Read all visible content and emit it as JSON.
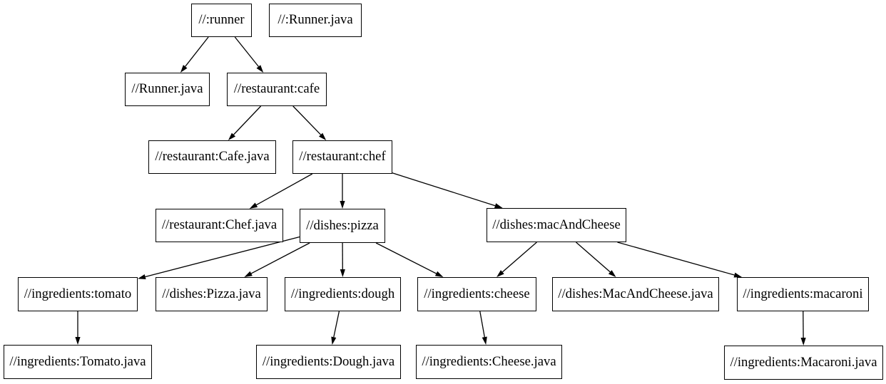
{
  "graph": {
    "type": "dependency-graph",
    "background_color": "#ffffff",
    "node_fill_color": "#ffffff",
    "node_border_color": "#000000",
    "text_color": "#000000",
    "edge_color": "#000000",
    "nodes": [
      {
        "id": "runner",
        "label": "//:runner"
      },
      {
        "id": "runner_java_root",
        "label": "//:Runner.java"
      },
      {
        "id": "runner_java",
        "label": "//Runner.java"
      },
      {
        "id": "cafe",
        "label": "//restaurant:cafe"
      },
      {
        "id": "cafe_java",
        "label": "//restaurant:Cafe.java"
      },
      {
        "id": "chef",
        "label": "//restaurant:chef"
      },
      {
        "id": "chef_java",
        "label": "//restaurant:Chef.java"
      },
      {
        "id": "pizza",
        "label": "//dishes:pizza"
      },
      {
        "id": "mac_and_cheese",
        "label": "//dishes:macAndCheese"
      },
      {
        "id": "tomato",
        "label": "//ingredients:tomato"
      },
      {
        "id": "pizza_java",
        "label": "//dishes:Pizza.java"
      },
      {
        "id": "dough",
        "label": "//ingredients:dough"
      },
      {
        "id": "cheese",
        "label": "//ingredients:cheese"
      },
      {
        "id": "mac_and_cheese_java",
        "label": "//dishes:MacAndCheese.java"
      },
      {
        "id": "macaroni",
        "label": "//ingredients:macaroni"
      },
      {
        "id": "tomato_java",
        "label": "//ingredients:Tomato.java"
      },
      {
        "id": "dough_java",
        "label": "//ingredients:Dough.java"
      },
      {
        "id": "cheese_java",
        "label": "//ingredients:Cheese.java"
      },
      {
        "id": "macaroni_java",
        "label": "//ingredients:Macaroni.java"
      }
    ],
    "edges": [
      {
        "from": "runner",
        "to": "runner_java"
      },
      {
        "from": "runner",
        "to": "cafe"
      },
      {
        "from": "cafe",
        "to": "cafe_java"
      },
      {
        "from": "cafe",
        "to": "chef"
      },
      {
        "from": "chef",
        "to": "chef_java"
      },
      {
        "from": "chef",
        "to": "pizza"
      },
      {
        "from": "chef",
        "to": "mac_and_cheese"
      },
      {
        "from": "pizza",
        "to": "tomato"
      },
      {
        "from": "pizza",
        "to": "pizza_java"
      },
      {
        "from": "pizza",
        "to": "dough"
      },
      {
        "from": "pizza",
        "to": "cheese"
      },
      {
        "from": "mac_and_cheese",
        "to": "cheese"
      },
      {
        "from": "mac_and_cheese",
        "to": "mac_and_cheese_java"
      },
      {
        "from": "mac_and_cheese",
        "to": "macaroni"
      },
      {
        "from": "tomato",
        "to": "tomato_java"
      },
      {
        "from": "dough",
        "to": "dough_java"
      },
      {
        "from": "cheese",
        "to": "cheese_java"
      },
      {
        "from": "macaroni",
        "to": "macaroni_java"
      }
    ]
  }
}
